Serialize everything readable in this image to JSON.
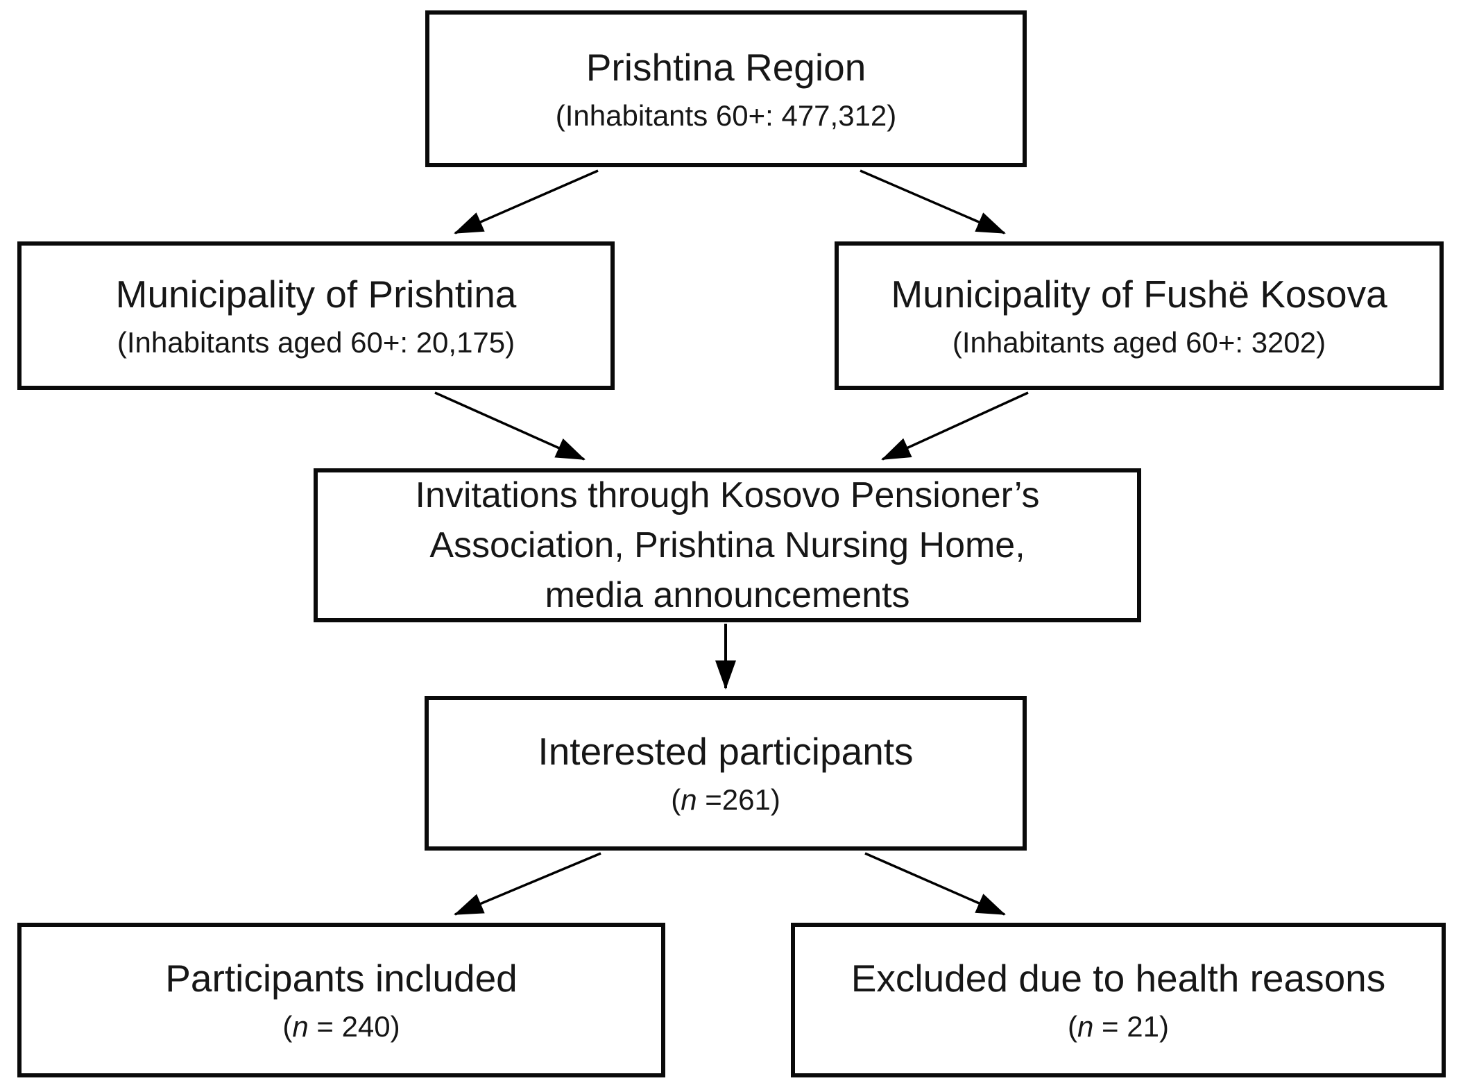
{
  "colors": {
    "background": "#ffffff",
    "box_border": "#0a0a0a",
    "text": "#161616",
    "arrow": "#000000"
  },
  "nodes": {
    "region": {
      "line1": "Prishtina Region",
      "line2": "(Inhabitants 60+: 477,312)"
    },
    "municipality_prishtina": {
      "line1": "Municipality of Prishtina",
      "line2": "(Inhabitants aged 60+: 20,175)"
    },
    "municipality_fushe_kosova": {
      "line1": "Municipality of Fushë Kosova",
      "line2": "(Inhabitants aged 60+: 3202)"
    },
    "invitations": {
      "line1": "Invitations through Kosovo Pensioner’s",
      "line2": "Association, Prishtina Nursing Home,",
      "line3": "media announcements"
    },
    "interested": {
      "line1": "Interested participants",
      "count_open": "(",
      "count_var": "n",
      "count_rest": " =261)"
    },
    "included": {
      "line1": "Participants included",
      "count_open": "(",
      "count_var": "n",
      "count_rest": " = 240)"
    },
    "excluded": {
      "line1": "Excluded due to health reasons",
      "count_open": "(",
      "count_var": "n",
      "count_rest": " = 21)"
    }
  }
}
